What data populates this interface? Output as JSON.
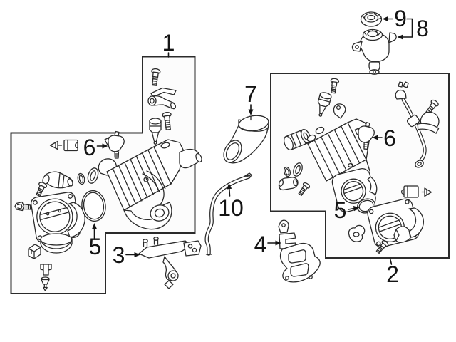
{
  "diagram": {
    "kind": "exploded-parts-diagram",
    "callouts": [
      {
        "id": "1",
        "label": "1"
      },
      {
        "id": "2",
        "label": "2"
      },
      {
        "id": "3",
        "label": "3"
      },
      {
        "id": "4",
        "label": "4"
      },
      {
        "id": "5-left",
        "label": "5"
      },
      {
        "id": "5-right",
        "label": "5"
      },
      {
        "id": "6-left",
        "label": "6"
      },
      {
        "id": "6-right",
        "label": "6"
      },
      {
        "id": "7",
        "label": "7"
      },
      {
        "id": "8",
        "label": "8"
      },
      {
        "id": "9",
        "label": "9"
      },
      {
        "id": "10",
        "label": "10"
      }
    ],
    "colors": {
      "line": "#2b2b2b",
      "background": "#ffffff",
      "box_fill": "#fcfcfc",
      "label": "#141414"
    }
  }
}
